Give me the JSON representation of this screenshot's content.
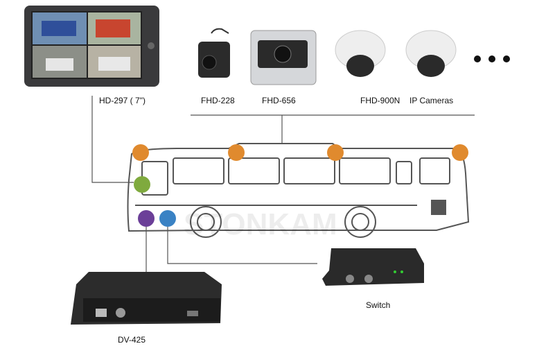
{
  "devices": {
    "monitor": {
      "label": "HD-297 ( 7\")"
    },
    "camera1": {
      "label": "FHD-228"
    },
    "camera2": {
      "label": "FHD-656"
    },
    "camera3": {
      "label": "FHD-900N"
    },
    "camera4": {
      "label": "IP Cameras"
    },
    "switch": {
      "label": "Switch"
    },
    "dvr": {
      "label": "DV-425"
    }
  },
  "watermark": "STONKAM",
  "colors": {
    "camera_dot": "#E08A2E",
    "monitor_dot": "#7FAA3E",
    "dvr_dot": "#6B3F98",
    "switch_dot": "#3A82C4",
    "line": "#555555"
  }
}
